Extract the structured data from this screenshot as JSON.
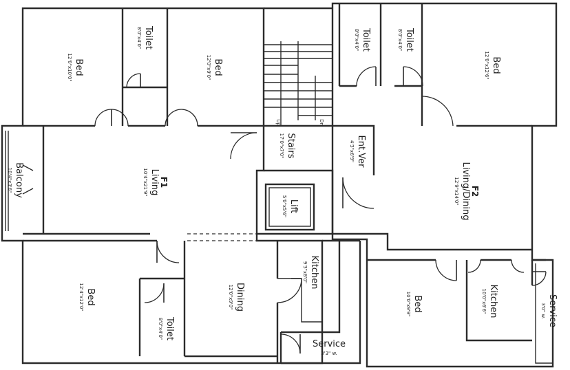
{
  "plan": {
    "flats": {
      "f1": "F1",
      "f2": "F2"
    },
    "rooms": {
      "bed_tl": {
        "name": "Bed",
        "dim": "12'0\"x10'0\""
      },
      "toilet_tl": {
        "name": "Toilet",
        "dim": "8'0\"x4'0\""
      },
      "bed_tc": {
        "name": "Bed",
        "dim": "12'0\"x9'0\""
      },
      "living_f1": {
        "name": "Living",
        "dim": "10'4\"x21'9\""
      },
      "balcony": {
        "name": "Balcony",
        "dim": "10'4\"x3'6\""
      },
      "bed_bl": {
        "name": "Bed",
        "dim": "12'4\"x12'0\""
      },
      "toilet_bl": {
        "name": "Toilet",
        "dim": "8'0\"x4'0\""
      },
      "dining_f1": {
        "name": "Dining",
        "dim": "12'0\"x9'0\""
      },
      "kitchen_f1": {
        "name": "Kitchen",
        "dim": "9'3\"x8'0\""
      },
      "service_f1": {
        "name": "Service",
        "dim": "3'3\" w."
      },
      "stairs": {
        "name": "Stairs",
        "dim": "17'0\"x7'0\""
      },
      "lift": {
        "name": "Lift",
        "dim": "5'0\"x5'6\""
      },
      "ent_ver": {
        "name": "Ent.Ver",
        "dim": "4'3\"x6'9\""
      },
      "toilet_tr1": {
        "name": "Toilet",
        "dim": "8'0\"x4'0\""
      },
      "toilet_tr2": {
        "name": "Toilet",
        "dim": "8'0\"x4'0\""
      },
      "bed_tr": {
        "name": "Bed",
        "dim": "12'0\"x12'6\""
      },
      "living_f2": {
        "name": "Living/Dining",
        "dim": "12'9\"x14'0\""
      },
      "bed_br": {
        "name": "Bed",
        "dim": "10'0\"x9'9\""
      },
      "kitchen_f2": {
        "name": "Kitchen",
        "dim": "10'0\"x6'6\""
      },
      "service_f2": {
        "name": "Service",
        "dim": "3'0\" w."
      }
    },
    "stair_marks": {
      "up": "Up",
      "dn": "Dn"
    }
  }
}
